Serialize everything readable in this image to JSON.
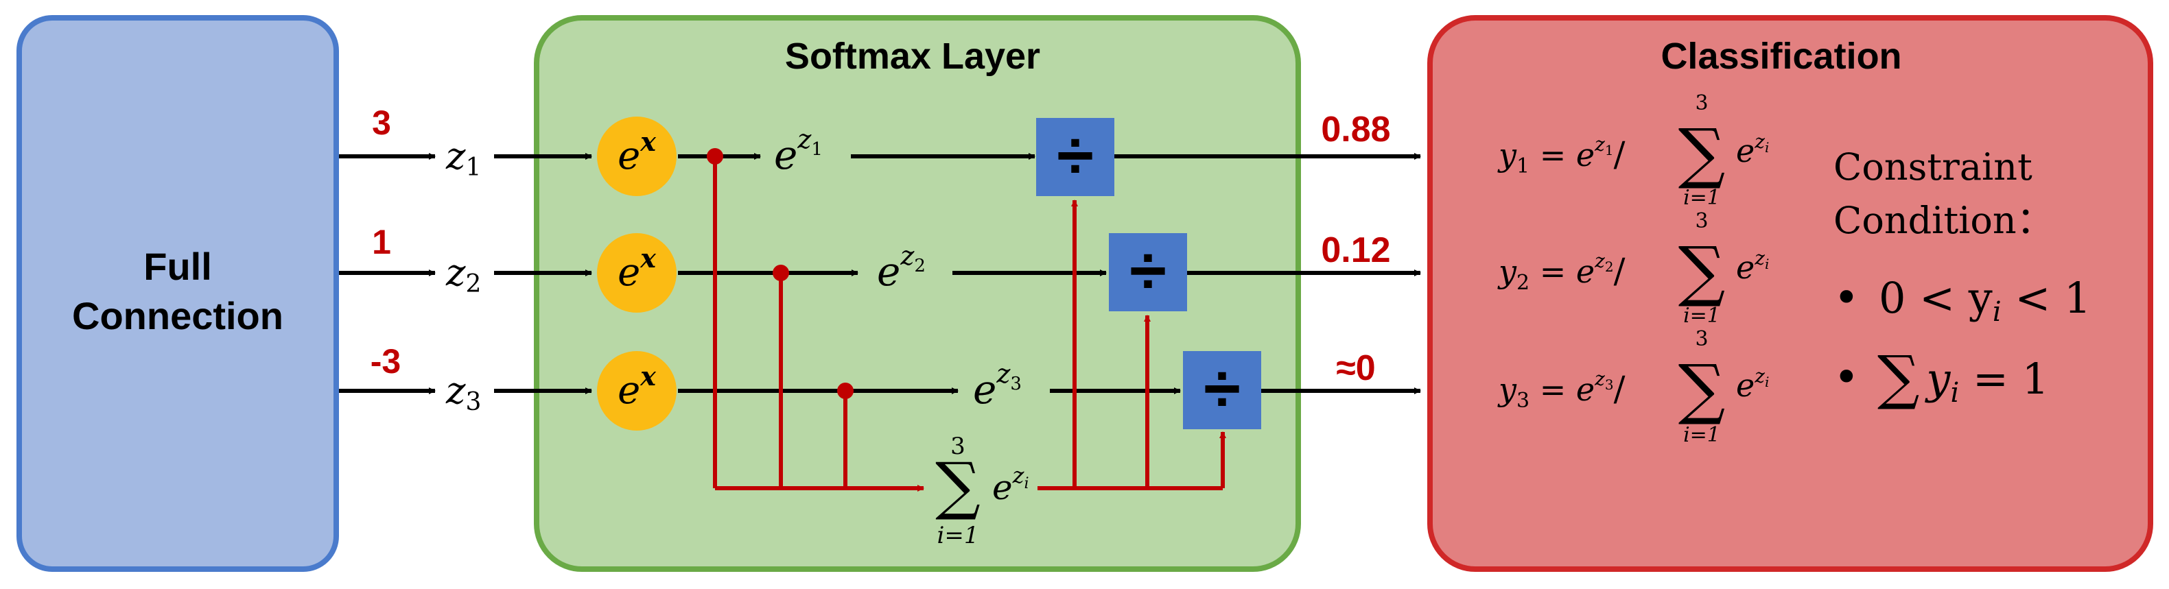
{
  "colors": {
    "fc_fill": "#a3b9e2",
    "fc_stroke": "#4a7bcc",
    "softmax_fill": "#b8d8a6",
    "softmax_stroke": "#6aaa46",
    "class_fill": "#e28080",
    "class_stroke": "#d02828",
    "exp_node": "#fbbb14",
    "div_node": "#4a79c8",
    "red": "#c00000",
    "black": "#000000"
  },
  "full_connection": {
    "line1": "Full",
    "line2": "Connection"
  },
  "softmax": {
    "title": "Softmax Layer",
    "node_label": "e",
    "node_sup": "x"
  },
  "classification": {
    "title": "Classification",
    "constraint_line1": "Constraint",
    "constraint_line2": "Condition：",
    "bullet": "•",
    "constraint1": "0 < y",
    "constraint1_sub": "i",
    "constraint1_tail": " < 1",
    "constraint2_sum": "∑",
    "constraint2_y": "y",
    "constraint2_sub": "i",
    "constraint2_tail": " = 1"
  },
  "inputs": [
    {
      "value": "3",
      "var": "z",
      "sub": "1"
    },
    {
      "value": "1",
      "var": "z",
      "sub": "2"
    },
    {
      "value": "-3",
      "var": "z",
      "sub": "3"
    }
  ],
  "exp_outputs": [
    {
      "base": "e",
      "sup": "z",
      "supsub": "1"
    },
    {
      "base": "e",
      "sup": "z",
      "supsub": "2"
    },
    {
      "base": "e",
      "sup": "z",
      "supsub": "3"
    }
  ],
  "sum": {
    "symbol": "∑",
    "upper": "3",
    "lower": "i=1",
    "base": "e",
    "sup": "z",
    "supsub": "i"
  },
  "outputs": [
    {
      "value": "0.88"
    },
    {
      "value": "0.12"
    },
    {
      "value": "≈0"
    }
  ],
  "formulas": [
    {
      "y": "y",
      "ysub": "1",
      "eq": " = e",
      "zsub": "1",
      "slash": "/",
      "sum": "∑",
      "upper": "3",
      "lower": "i=1",
      "base": "e",
      "sup": "z",
      "supsub": "i"
    },
    {
      "y": "y",
      "ysub": "2",
      "eq": " = e",
      "zsub": "2",
      "slash": "/",
      "sum": "∑",
      "upper": "3",
      "lower": "i=1",
      "base": "e",
      "sup": "z",
      "supsub": "i"
    },
    {
      "y": "y",
      "ysub": "3",
      "eq": " = e",
      "zsub": "3",
      "slash": "/",
      "sum": "∑",
      "upper": "3",
      "lower": "i=1",
      "base": "e",
      "sup": "z",
      "supsub": "i"
    }
  ],
  "divide_symbol": "÷"
}
